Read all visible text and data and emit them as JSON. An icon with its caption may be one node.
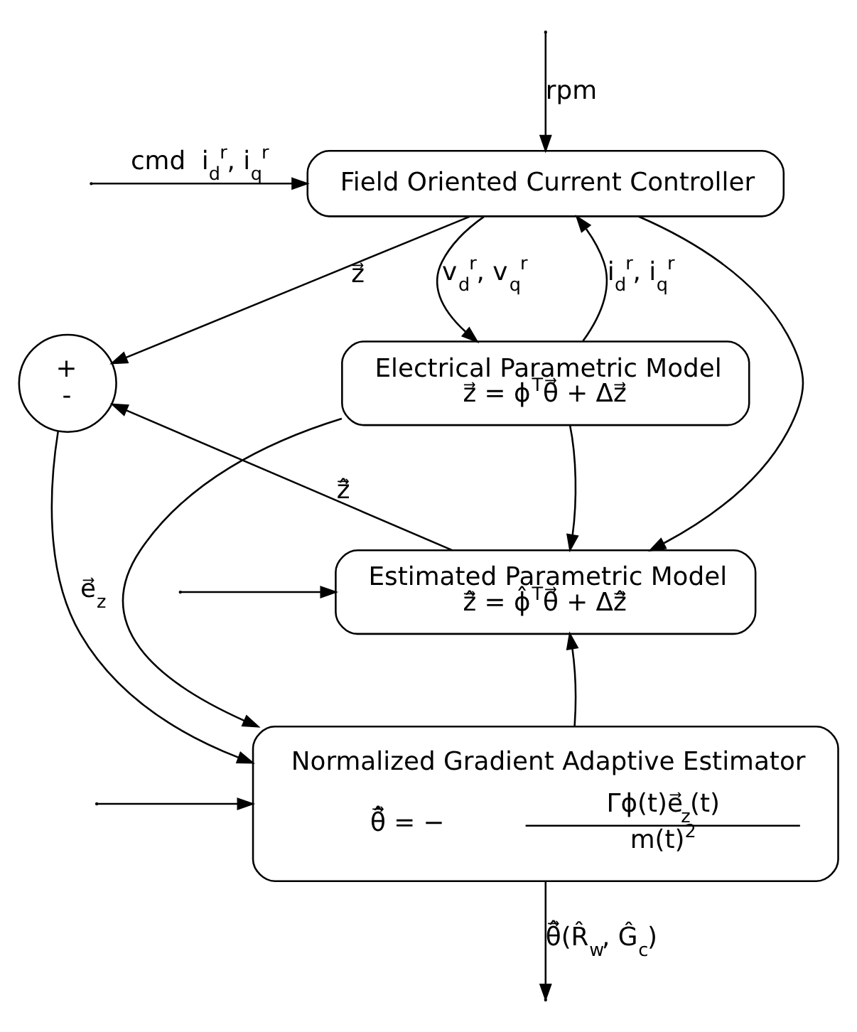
{
  "diagram": {
    "nodes": [
      {
        "text": [
          "Field Oriented Current Controller"
        ]
      },
      {
        "text": [
          "Electrical Parametric Model",
          "z⃗ = ϕ$^{T}$θ⃗ + Δz⃗"
        ]
      },
      {
        "text": [
          "+",
          "-"
        ]
      },
      {
        "text": [
          "Estimated Parametric Model",
          "z⃗̂ = ϕ̂$^{T}$θ⃗ + Δz⃗̂"
        ]
      },
      {
        "text": [
          "Normalized Gradient Adaptive Estimator",
          "θ⃗̂̇ = −",
          "Γϕ(t)e⃗$_{z}$(t)",
          "m(t)$^{2}$"
        ]
      }
    ],
    "edges": [
      {
        "from": null,
        "to": 0,
        "arrow": "to",
        "label": "cmd  i$_{d}$$^{r}$, i$_{q}$$^{r}$"
      },
      {
        "from": null,
        "to": 0,
        "arrow": "to",
        "label": "rpm"
      },
      {
        "from": null,
        "to": 3,
        "arrow": "to"
      },
      {
        "from": null,
        "to": 4,
        "arrow": "to"
      },
      {
        "from": 0,
        "to": 2,
        "arrow": "to",
        "label": "z⃗"
      },
      {
        "from": 0,
        "to": 1,
        "arrow": "to",
        "label": "v$_{d}$$^{r}$, v$_{q}$$^{r}$"
      },
      {
        "from": 0,
        "to": 3,
        "arrow": "to"
      },
      {
        "from": 1,
        "to": 0,
        "arrow": "to",
        "label": "i$_{d}$$^{r}$, i$_{q}$$^{r}$"
      },
      {
        "from": 1,
        "to": 3,
        "arrow": "to"
      },
      {
        "from": 1,
        "to": 4,
        "arrow": "to"
      },
      {
        "from": 3,
        "to": 2,
        "arrow": "to",
        "label": "z⃗̂"
      },
      {
        "from": 2,
        "to": 4,
        "arrow": "to",
        "label": "e⃗$_{z}$"
      },
      {
        "from": 4,
        "to": null,
        "arrow": "to",
        "label": "θ⃗̂(R̂$_{w}$, Ĝ$_{c}$)"
      },
      {
        "from": 4,
        "to": 3,
        "arrow": "to"
      }
    ]
  }
}
